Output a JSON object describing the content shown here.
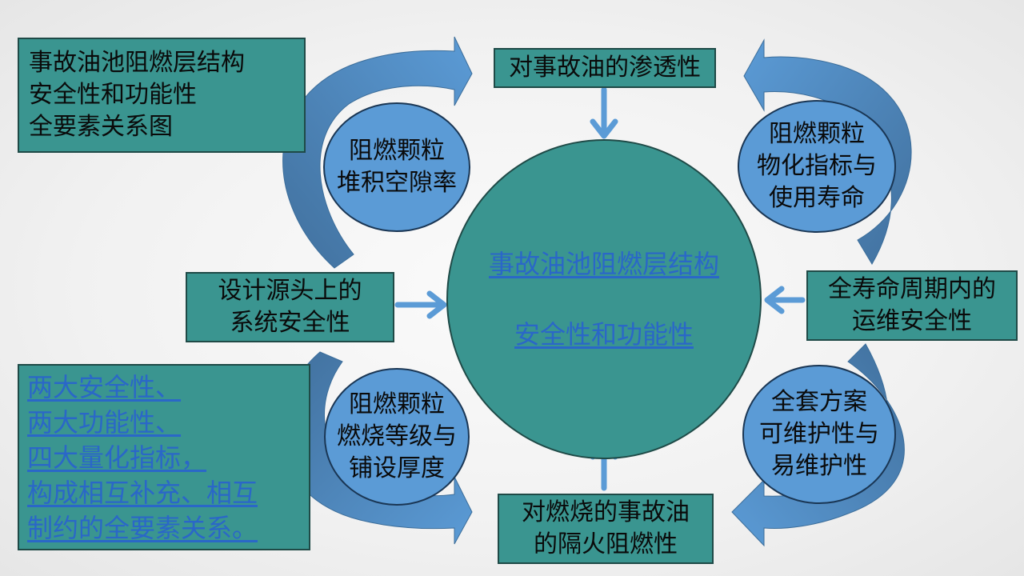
{
  "title_box": {
    "lines": [
      "事故油池阻燃层结构",
      "安全性和功能性",
      "全要素关系图"
    ]
  },
  "top_box": {
    "lines": [
      "对事故油的渗透性"
    ]
  },
  "bottom_box": {
    "lines": [
      "对燃烧的事故油",
      "的隔火阻燃性"
    ]
  },
  "left_box": {
    "lines": [
      "设计源头上的",
      "系统安全性"
    ]
  },
  "right_box": {
    "lines": [
      "全寿命周期内的",
      "运维安全性"
    ]
  },
  "center": {
    "lines": [
      "事故油池阻燃层结构",
      "安全性和功能性"
    ]
  },
  "circles": {
    "top_left": {
      "lines": [
        "阻燃颗粒",
        "堆积空隙率"
      ]
    },
    "top_right": {
      "lines": [
        "阻燃颗粒",
        "物化指标与",
        "使用寿命"
      ]
    },
    "bottom_left": {
      "lines": [
        "阻燃颗粒",
        "燃烧等级与",
        "铺设厚度"
      ]
    },
    "bottom_right": {
      "lines": [
        "全套方案",
        "可维护性与",
        "易维护性"
      ]
    }
  },
  "summary_box": {
    "lines": [
      "两大安全性、",
      "两大功能性、",
      "四大量化指标，",
      "构成相互补充、相互",
      "制约的全要素关系。"
    ]
  },
  "colors": {
    "teal": "#3a9590",
    "blue_circle": "#5b9bd6",
    "arrow_light": "#5b9bd6",
    "arrow_dark": "#41709d",
    "link": "#2a67c8"
  }
}
